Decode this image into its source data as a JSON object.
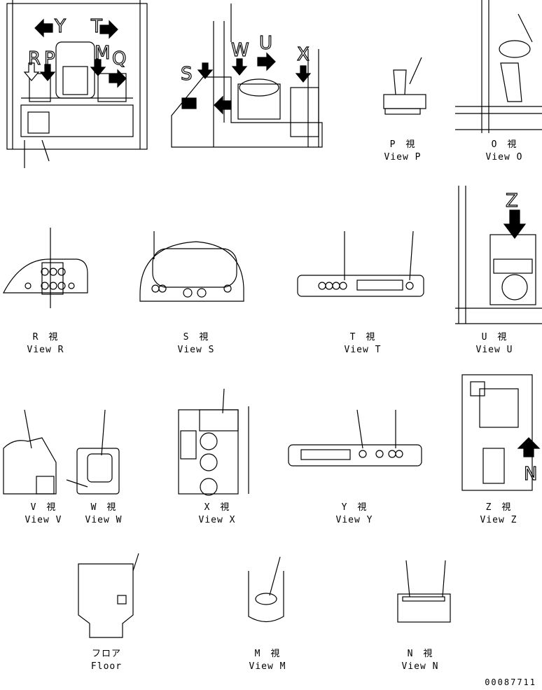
{
  "overview": {
    "letters": [
      "R",
      "Y",
      "P",
      "T",
      "M",
      "Q",
      "S",
      "W",
      "U",
      "X"
    ]
  },
  "captions": {
    "P": {
      "jp": "P　視",
      "en": "View P"
    },
    "O": {
      "jp": "O　視",
      "en": "View O"
    },
    "R": {
      "jp": "R　視",
      "en": "View R"
    },
    "S": {
      "jp": "S　視",
      "en": "View S"
    },
    "T": {
      "jp": "T　視",
      "en": "View T"
    },
    "U": {
      "jp": "U　視",
      "en": "View U"
    },
    "V": {
      "jp": "V　視",
      "en": "View V"
    },
    "W": {
      "jp": "W　視",
      "en": "View W"
    },
    "X": {
      "jp": "X　視",
      "en": "View X"
    },
    "Y": {
      "jp": "Y　視",
      "en": "View Y"
    },
    "Z": {
      "jp": "Z　視",
      "en": "View Z"
    },
    "Floor": {
      "jp": "フロア",
      "en": "Floor"
    },
    "M": {
      "jp": "M　視",
      "en": "View M"
    },
    "N": {
      "jp": "N　視",
      "en": "View N"
    }
  },
  "view_u_letter": "Z",
  "view_z_letter": "N",
  "drawing_code": "00087711"
}
